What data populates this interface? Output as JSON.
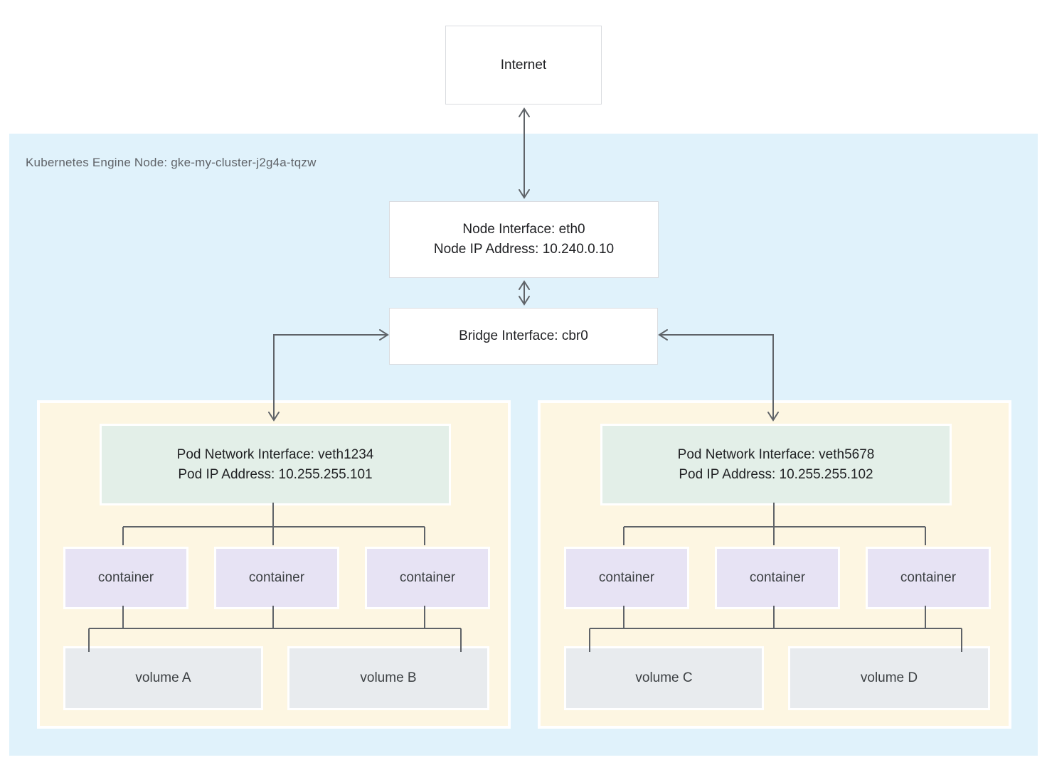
{
  "diagram": {
    "internet_label": "Internet",
    "node_region_label": "Kubernetes Engine Node: gke-my-cluster-j2g4a-tqzw",
    "node_interface": {
      "line1": "Node Interface: eth0",
      "line2": "Node IP Address: 10.240.0.10"
    },
    "bridge_label": "Bridge Interface: cbr0",
    "pods": [
      {
        "interface_line1": "Pod Network Interface: veth1234",
        "interface_line2": "Pod IP Address: 10.255.255.101",
        "containers": [
          "container",
          "container",
          "container"
        ],
        "volumes": [
          "volume A",
          "volume B"
        ]
      },
      {
        "interface_line1": "Pod Network Interface: veth5678",
        "interface_line2": "Pod IP Address: 10.255.255.102",
        "containers": [
          "container",
          "container",
          "container"
        ],
        "volumes": [
          "volume C",
          "volume D"
        ]
      }
    ],
    "colors": {
      "node_region_bg": "#e0f2fb",
      "pod_bg": "#fdf6e2",
      "interface_bg": "#e3efe8",
      "container_bg": "#e7e3f4",
      "volume_bg": "#e8ebee",
      "box_border": "#dadce0",
      "connector": "#5f6368",
      "text_primary": "#202124",
      "text_secondary": "#3c4043",
      "region_label": "#5f6368"
    }
  }
}
